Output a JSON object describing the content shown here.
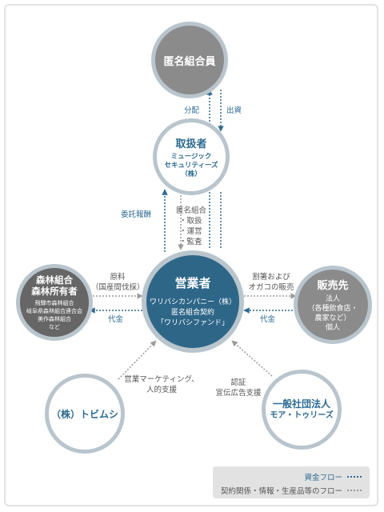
{
  "nodes": {
    "investors": {
      "title": "匿名組合員"
    },
    "handler": {
      "title": "取扱者",
      "sub1": "ミュージック",
      "sub2": "セキュリティーズ（株）"
    },
    "operator": {
      "title": "営業者",
      "sub1": "ワリバシカンパニー（株）",
      "sub2": "匿名組合契約",
      "sub3": "「ワリバシファンド」"
    },
    "forest": {
      "title1": "森林組合",
      "title2": "森林所有者",
      "sub1": "飛騨市森林組合",
      "sub2": "岐阜県森林組合連合会",
      "sub3": "美作森林組合",
      "sub4": "など"
    },
    "seller": {
      "title": "販売先",
      "sub1": "法人",
      "sub2": "（各種飲食店・",
      "sub3": "農家など）",
      "sub4": "個人"
    },
    "tobimushi": {
      "title": "（株）トビムシ"
    },
    "more_trees": {
      "title1": "一般社団法人",
      "title2": "モア・トゥリーズ"
    }
  },
  "labels": {
    "distribution": "分配",
    "investment": "出資",
    "commission": "委託報酬",
    "anon_partnership_1": "匿名組合",
    "anon_partnership_2": "・取扱",
    "anon_partnership_3": "・運営",
    "anon_partnership_4": "・監査",
    "raw_1": "原料",
    "raw_2": "（国産間伐採）",
    "payment_left": "代金",
    "chopsticks_1": "割箸および",
    "chopsticks_2": "オガコの販売",
    "payment_right": "代金",
    "marketing_1": "営業マーケティング、",
    "marketing_2": "人的支援",
    "cert_1": "認証",
    "cert_2": "宣伝広告支援"
  },
  "legend": {
    "fund_flow": "資金フロー",
    "contract_flow": "契約関係・情報・生産品等のフロー"
  },
  "colors": {
    "fund_blue": "#2d6a92",
    "contract_gray": "#9a9a9a",
    "ring_gray": "#b9c5cd",
    "node_gray": "#8b8b8b",
    "dark_gray": "#666666"
  }
}
